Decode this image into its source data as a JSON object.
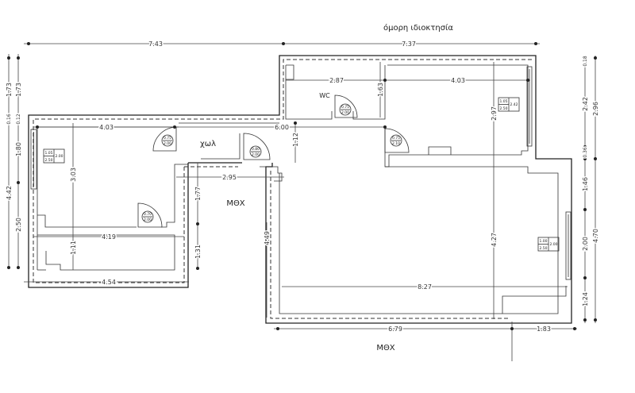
{
  "neighbor_label": "όμορη ιδιοκτησία",
  "rooms": {
    "hall": "χωλ",
    "wc": "WC",
    "mthx_middle": "ΜΘΧ",
    "mthx_bottom": "ΜΘΧ"
  },
  "dims": {
    "top_left": "7.43",
    "top_right": "7.37",
    "left_room_width": "4.03",
    "corridor_width": "6.00",
    "wc_width": "2.87",
    "right_room_width": "4.03",
    "hall_lower": "2.95",
    "left_lower": "4.19",
    "left_bottom": "4.54",
    "right_wing_width": "8.27",
    "bottom_left": "6.79",
    "bottom_right": "1.83",
    "left_outer_1": "1.73",
    "left_inner_1": "1.73",
    "left_outer_2": "0.16",
    "left_inner_2": "0.12",
    "left_outer_3": "4.42",
    "left_inner_3": "1.80",
    "left_inner_4": "2.50",
    "left_room_depth": "3.03",
    "left_lower_depth": "1.11",
    "corridor_depth": "1.12",
    "hall_depth_1": "1.77",
    "hall_depth_2": "1.31",
    "right_wing_left": "4.49",
    "wc_depth": "1.63",
    "right_room_depth": "2.97",
    "right_wing_depth": "4.27",
    "right_inner_1": "0.18",
    "right_inner_2": "2.42",
    "right_inner_3": "0.36",
    "right_inner_4": "1.46",
    "right_inner_5": "2.00",
    "right_inner_6": "1.24",
    "right_outer_1": "2.96",
    "right_outer_2": "4.70"
  },
  "doors": [
    {
      "w": "0.75",
      "h": "2.00"
    },
    {
      "w": "0.80",
      "h": "2.00"
    },
    {
      "w": "0.75",
      "h": "2.00"
    },
    {
      "w": "0.75",
      "h": "2.10"
    },
    {
      "w": "0.70",
      "h": "2.00"
    }
  ],
  "windows": [
    {
      "w": "1.05",
      "h": "2.50",
      "sill": "2.00"
    },
    {
      "w": "1.05",
      "h": "2.50",
      "sill": "2.42"
    },
    {
      "w": "1.00",
      "h": "2.50",
      "sill": "2.00"
    }
  ]
}
